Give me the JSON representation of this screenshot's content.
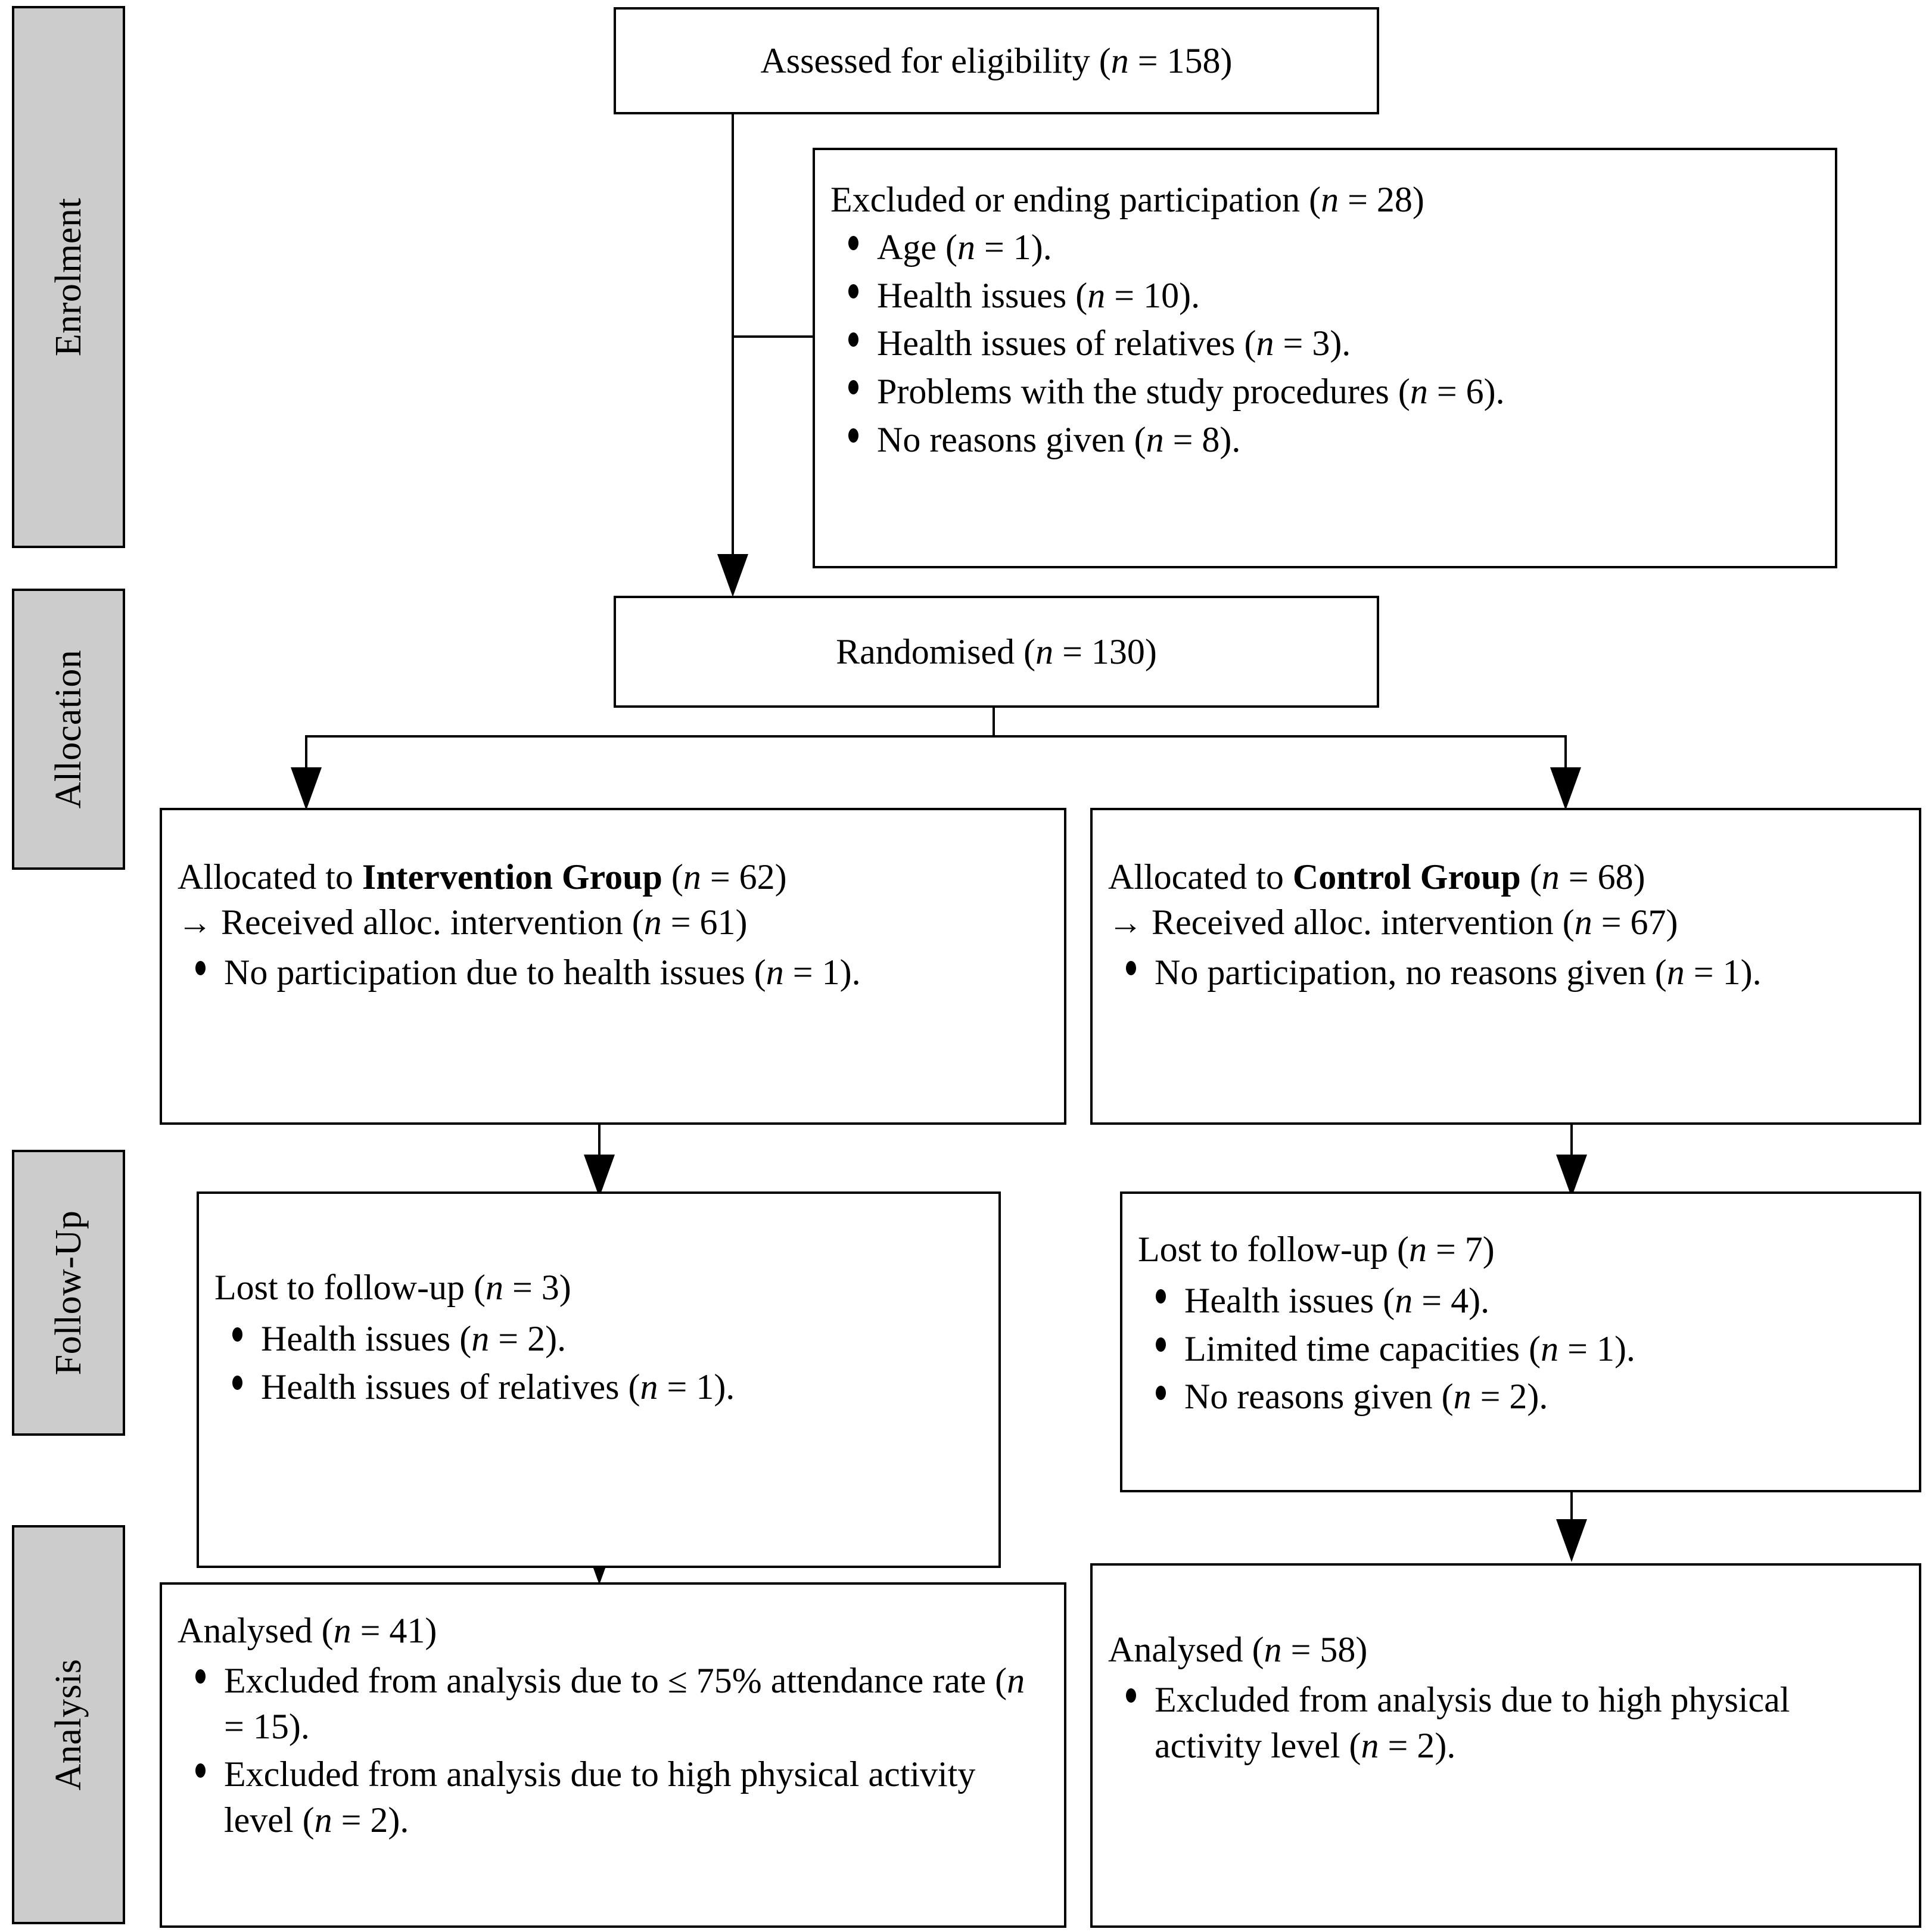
{
  "diagram": {
    "title": "CONSORT participant flow diagram",
    "stages": [
      {
        "id": "enrolment",
        "label": "Enrolment"
      },
      {
        "id": "allocation",
        "label": "Allocation"
      },
      {
        "id": "followup",
        "label": "Follow-Up"
      },
      {
        "id": "analysis",
        "label": "Analysis"
      }
    ],
    "nodes": {
      "assessed": {
        "heading": "Assessed for eligibility (n = 158)",
        "heading_prefix": "Assessed for eligibility (",
        "heading_italic": "n",
        "heading_suffix": " = 158)"
      },
      "excluded": {
        "heading_prefix": "Excluded or ending participation (",
        "heading_italic": "n",
        "heading_suffix": " = 28)",
        "bullets": [
          {
            "text_prefix": "Age (",
            "italic": "n",
            "text_suffix": " = 1)."
          },
          {
            "text_prefix": "Health issues (",
            "italic": "n",
            "text_suffix": " = 10)."
          },
          {
            "text_prefix": "Health issues of relatives (",
            "italic": "n",
            "text_suffix": " = 3)."
          },
          {
            "text_prefix": "Problems with the study procedures (",
            "italic": "n",
            "text_suffix": " = 6)."
          },
          {
            "text_prefix": "No reasons given (",
            "italic": "n",
            "text_suffix": " = 8)."
          }
        ]
      },
      "randomised": {
        "heading_prefix": "Randomised (",
        "heading_italic": "n",
        "heading_suffix": " = 130)"
      },
      "alloc_left": {
        "line1_prefix": "Allocated to ",
        "line1_bold": "Intervention Group",
        "line1_mid": " (",
        "line1_italic": "n",
        "line1_suffix": " = 62)",
        "arrow_glyph": "→",
        "line2_prefix": "Received alloc. intervention (",
        "line2_italic": "n",
        "line2_suffix": " = 61)",
        "bullets": [
          {
            "text_prefix": "No participation due to health issues (",
            "italic": "n",
            "text_suffix": " = 1)."
          }
        ]
      },
      "alloc_right": {
        "line1_prefix": "Allocated to ",
        "line1_bold": "Control Group",
        "line1_mid": " (",
        "line1_italic": "n",
        "line1_suffix": " = 68)",
        "arrow_glyph": "→",
        "line2_prefix": "Received alloc. intervention (",
        "line2_italic": "n",
        "line2_suffix": " = 67)",
        "bullets": [
          {
            "text_prefix": "No participation, no reasons given (",
            "italic": "n",
            "text_suffix": " = 1)."
          }
        ]
      },
      "followup_left": {
        "heading_prefix": "Lost to follow-up (",
        "heading_italic": "n",
        "heading_suffix": " = 3)",
        "bullets": [
          {
            "text_prefix": "Health issues (",
            "italic": "n",
            "text_suffix": " = 2)."
          },
          {
            "text_prefix": "Health issues of relatives (",
            "italic": "n",
            "text_suffix": " = 1)."
          }
        ]
      },
      "followup_right": {
        "heading_prefix": "Lost to follow-up (",
        "heading_italic": "n",
        "heading_suffix": " = 7)",
        "bullets": [
          {
            "text_prefix": "Health issues (",
            "italic": "n",
            "text_suffix": " = 4)."
          },
          {
            "text_prefix": "Limited time capacities (",
            "italic": "n",
            "text_suffix": " = 1)."
          },
          {
            "text_prefix": "No reasons given (",
            "italic": "n",
            "text_suffix": " = 2)."
          }
        ]
      },
      "analysis_left": {
        "heading_prefix": "Analysed (",
        "heading_italic": "n",
        "heading_suffix": " = 41)",
        "bullets": [
          {
            "text_prefix": "Excluded from analysis due to ≤ 75% attendance rate (",
            "italic": "n",
            "text_suffix": " = 15)."
          },
          {
            "text_prefix": "Excluded from analysis due to high physical activity level (",
            "italic": "n",
            "text_suffix": " = 2)."
          }
        ]
      },
      "analysis_right": {
        "heading_prefix": "Analysed (",
        "heading_italic": "n",
        "heading_suffix": " = 58)",
        "bullets": [
          {
            "text_prefix": "Excluded from analysis due to high physical activity level (",
            "italic": "n",
            "text_suffix": " = 2)."
          }
        ]
      }
    },
    "colors": {
      "stage_band_fill": "#cccccc",
      "border": "#000000",
      "text": "#000000",
      "background": "#ffffff"
    }
  }
}
